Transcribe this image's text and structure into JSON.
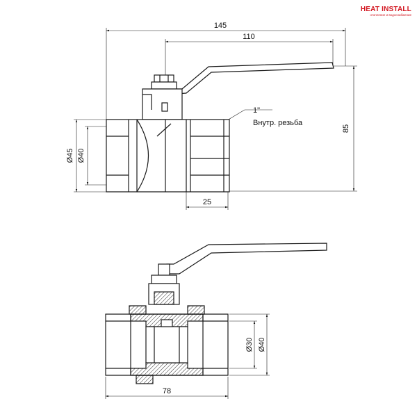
{
  "logo": {
    "name": "HEAT INSTALL",
    "tagline": "отопление и водоснабжение"
  },
  "top_view": {
    "dim_total_length": "145",
    "dim_handle_length": "110",
    "dim_height": "85",
    "dim_outer_diameter": "Ø45",
    "dim_inner_diameter": "Ø40",
    "dim_thread_length": "25",
    "thread_size": "1\"",
    "thread_type": "Внутр. резьба"
  },
  "bottom_view": {
    "dim_body_length": "78",
    "dim_bore_diameter": "Ø30",
    "dim_thread_diameter": "Ø40"
  },
  "colors": {
    "line": "#1a1a1a",
    "logo_red": "#d2141e"
  }
}
